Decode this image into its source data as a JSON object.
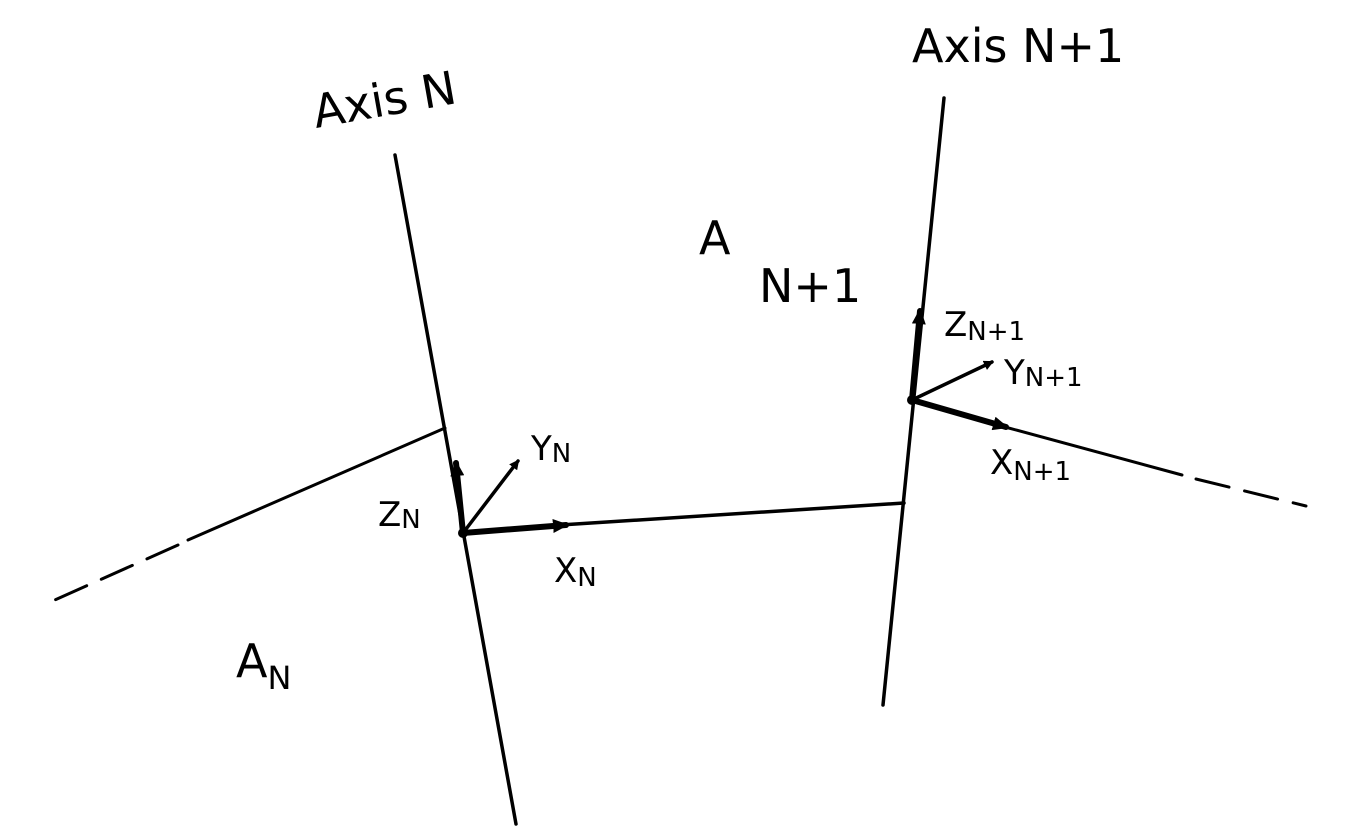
{
  "labels": {
    "axis_n": "Axis N",
    "axis_n1": "Axis N+1",
    "a_n_letter": "A",
    "a_n_sub": "N",
    "a_n1_letter": "A",
    "a_n1_sub": "N+1",
    "z_n_letter": "Z",
    "z_n_sub": "N",
    "y_n_letter": "Y",
    "y_n_sub": "N",
    "x_n_letter": "X",
    "x_n_sub": "N",
    "z_n1_letter": "Z",
    "z_n1_sub": "N+1",
    "y_n1_letter": "Y",
    "y_n1_sub": "N+1",
    "x_n1_letter": "X",
    "x_n1_sub": "N+1"
  },
  "colors": {
    "ink": "#000000",
    "background": "#ffffff"
  }
}
